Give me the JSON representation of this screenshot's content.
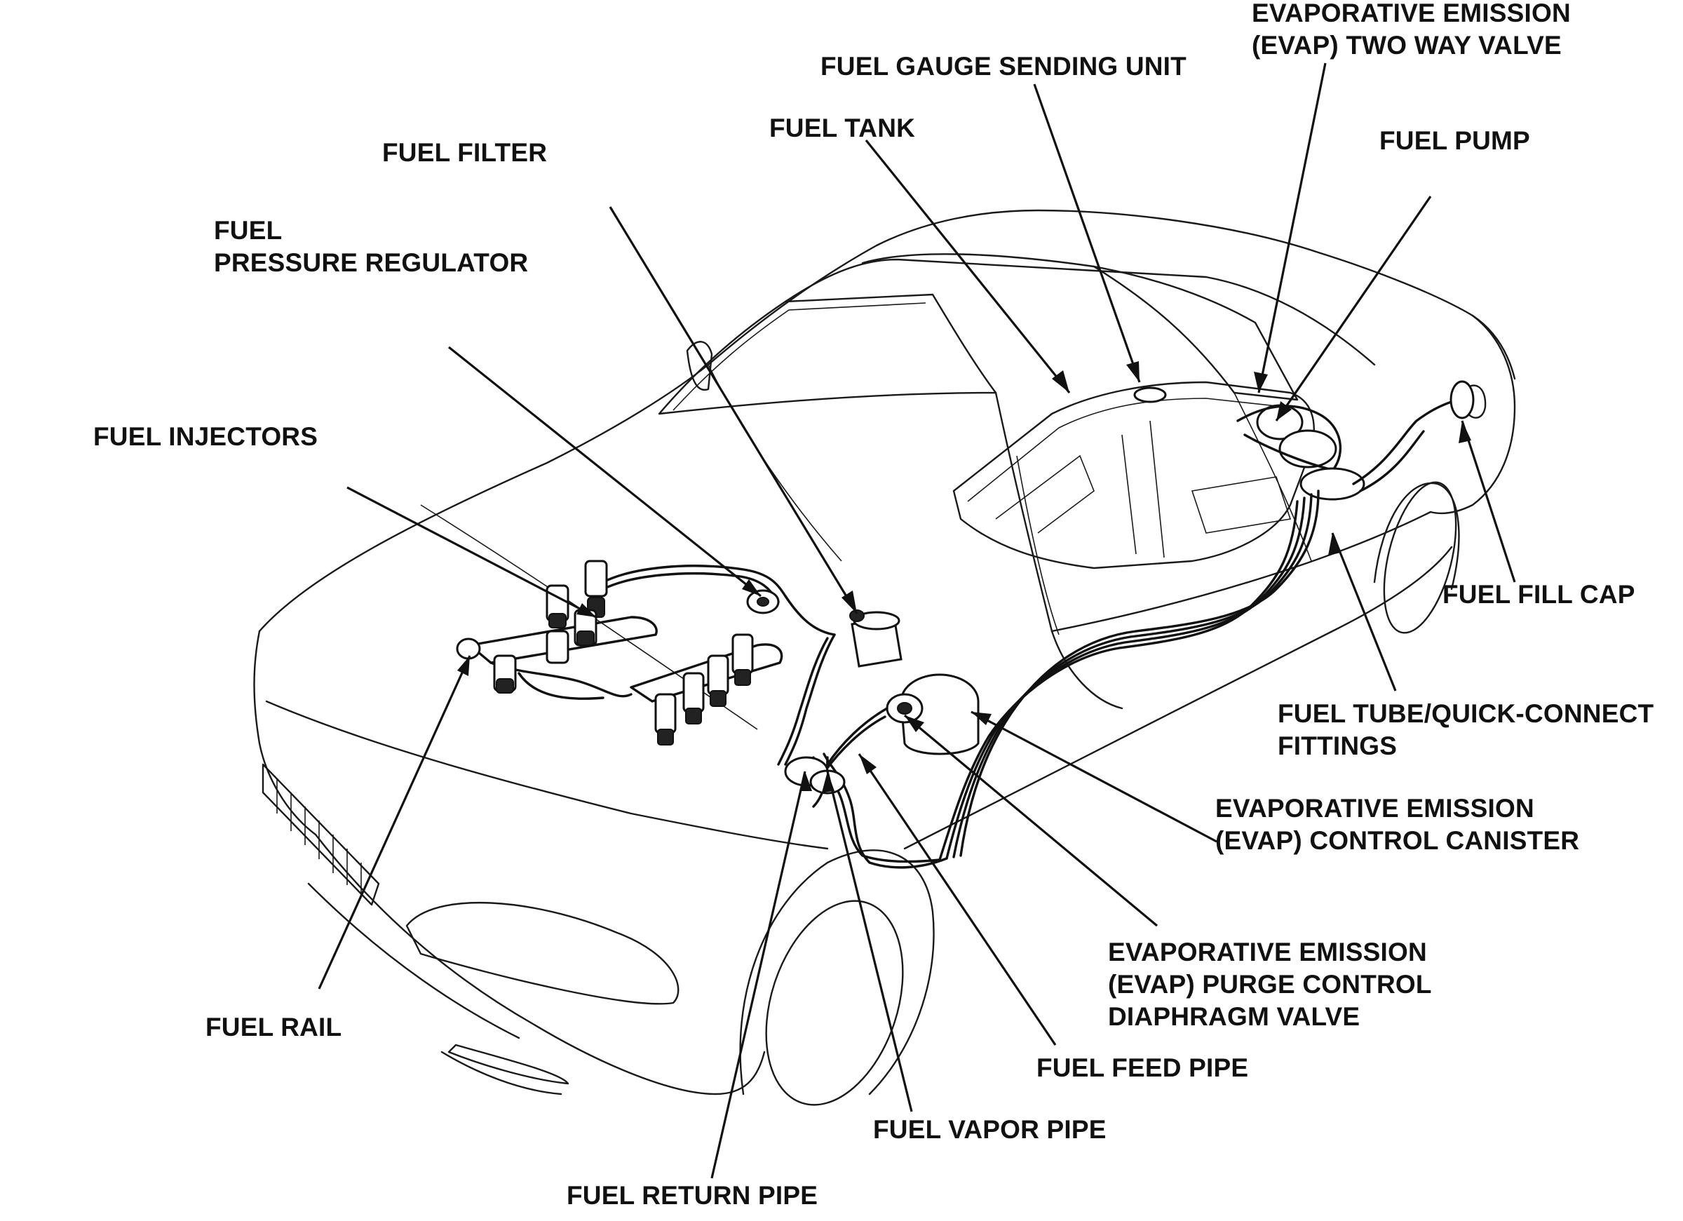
{
  "labels": {
    "evap_two_way_valve": [
      "EVAPORATIVE EMISSION",
      "(EVAP) TWO WAY VALVE"
    ],
    "fuel_gauge_sending_unit": "FUEL GAUGE SENDING UNIT",
    "fuel_tank": "FUEL TANK",
    "fuel_pump": "FUEL PUMP",
    "fuel_filter": "FUEL FILTER",
    "fuel_pressure_regulator": [
      "FUEL",
      "PRESSURE REGULATOR"
    ],
    "fuel_injectors": "FUEL INJECTORS",
    "fuel_fill_cap": "FUEL FILL CAP",
    "fuel_tube_fittings": [
      "FUEL TUBE/QUICK-CONNECT",
      "FITTINGS"
    ],
    "evap_control_canister": [
      "EVAPORATIVE EMISSION",
      "(EVAP) CONTROL CANISTER"
    ],
    "evap_purge_valve": [
      "EVAPORATIVE EMISSION",
      "(EVAP) PURGE CONTROL",
      "DIAPHRAGM VALVE"
    ],
    "fuel_rail": "FUEL RAIL",
    "fuel_feed_pipe": "FUEL FEED PIPE",
    "fuel_vapor_pipe": "FUEL VAPOR PIPE",
    "fuel_return_pipe": "FUEL RETURN PIPE"
  },
  "colors": {
    "ink": "#111111",
    "background": "#ffffff"
  }
}
